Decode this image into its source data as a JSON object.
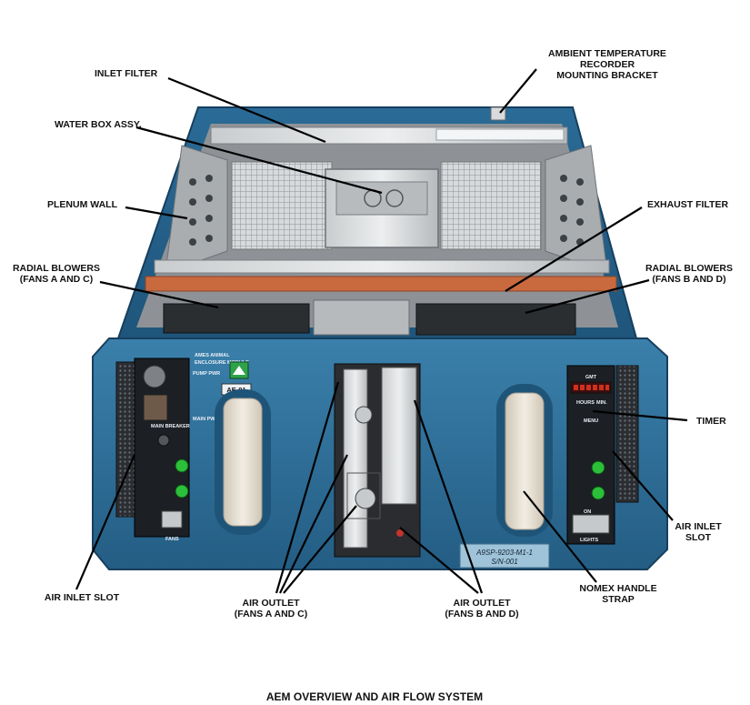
{
  "caption": "AEM OVERVIEW AND AIR FLOW SYSTEM",
  "callouts": {
    "inlet_filter": "INLET FILTER",
    "water_box": "WATER BOX ASSY.",
    "plenum_wall": "PLENUM WALL",
    "radial_ac_1": "RADIAL BLOWERS",
    "radial_ac_2": "(FANS A AND C)",
    "ambient_1": "AMBIENT TEMPERATURE",
    "ambient_2": "RECORDER",
    "ambient_3": "MOUNTING BRACKET",
    "exhaust_filter": "EXHAUST FILTER",
    "radial_bd_1": "RADIAL BLOWERS",
    "radial_bd_2": "(FANS B AND D)",
    "timer": "TIMER",
    "air_inlet_right_1": "AIR INLET",
    "air_inlet_right_2": "SLOT",
    "nomex_1": "NOMEX HANDLE",
    "nomex_2": "STRAP",
    "air_inlet_left": "AIR INLET SLOT",
    "outlet_ac_1": "AIR OUTLET",
    "outlet_ac_2": "(FANS A AND C)",
    "outlet_bd_1": "AIR OUTLET",
    "outlet_bd_2": "(FANS B AND D)"
  },
  "panel_text": {
    "module_1": "AMES ANIMAL",
    "module_2": "ENCLOSURE MODULE",
    "ae_tag": "AE-01",
    "pump_pwr": "PUMP PWR",
    "main_pwr": "MAIN PWR",
    "main_breaker": "MAIN BREAKER",
    "fans": "FANS",
    "gmt": "GMT",
    "hours": "HOURS",
    "min": "MIN.",
    "menu": "MENU",
    "on": "ON",
    "lights": "LIGHTS",
    "serial_1": "A9SP-9203-M1-1",
    "serial_2": "S/N-001"
  },
  "colors": {
    "body_blue": "#2f6f98",
    "dark_blue": "#1d4e72",
    "label_plate": "#9fc3d8",
    "strap": "#e9e2d6",
    "led_green": "#2bbf3a"
  }
}
